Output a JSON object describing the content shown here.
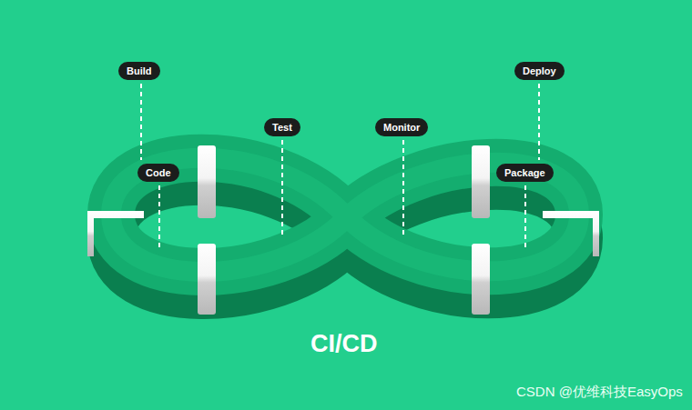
{
  "diagram": {
    "title": "CI/CD",
    "nodes": [
      {
        "text": [
          "Build"
        ]
      },
      {
        "text": [
          "Code"
        ]
      },
      {
        "text": [
          "Test"
        ]
      },
      {
        "text": [
          "Monitor"
        ]
      },
      {
        "text": [
          "Deploy"
        ]
      },
      {
        "text": [
          "Package"
        ]
      }
    ],
    "labels": [
      "CSDN @优维科技EasyOps"
    ]
  }
}
